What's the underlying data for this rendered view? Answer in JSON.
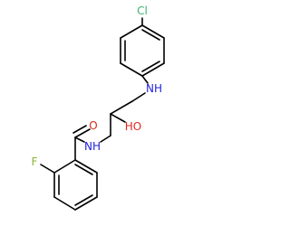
{
  "colors": {
    "bond": "#000000",
    "background": "#ffffff",
    "Cl": "#3cb371",
    "N": "#1f1fdf",
    "O": "#e0261b",
    "F": "#8fb23a"
  },
  "atoms": {
    "cl": {
      "label": "Cl",
      "element": "Cl"
    },
    "nh_amine": {
      "label": "NH",
      "element": "N"
    },
    "oh": {
      "label": "HO",
      "element": "O"
    },
    "nh_amide": {
      "label": "NH",
      "element": "N"
    },
    "o_carbonyl": {
      "label": "O",
      "element": "O"
    },
    "f": {
      "label": "F",
      "element": "F"
    }
  }
}
